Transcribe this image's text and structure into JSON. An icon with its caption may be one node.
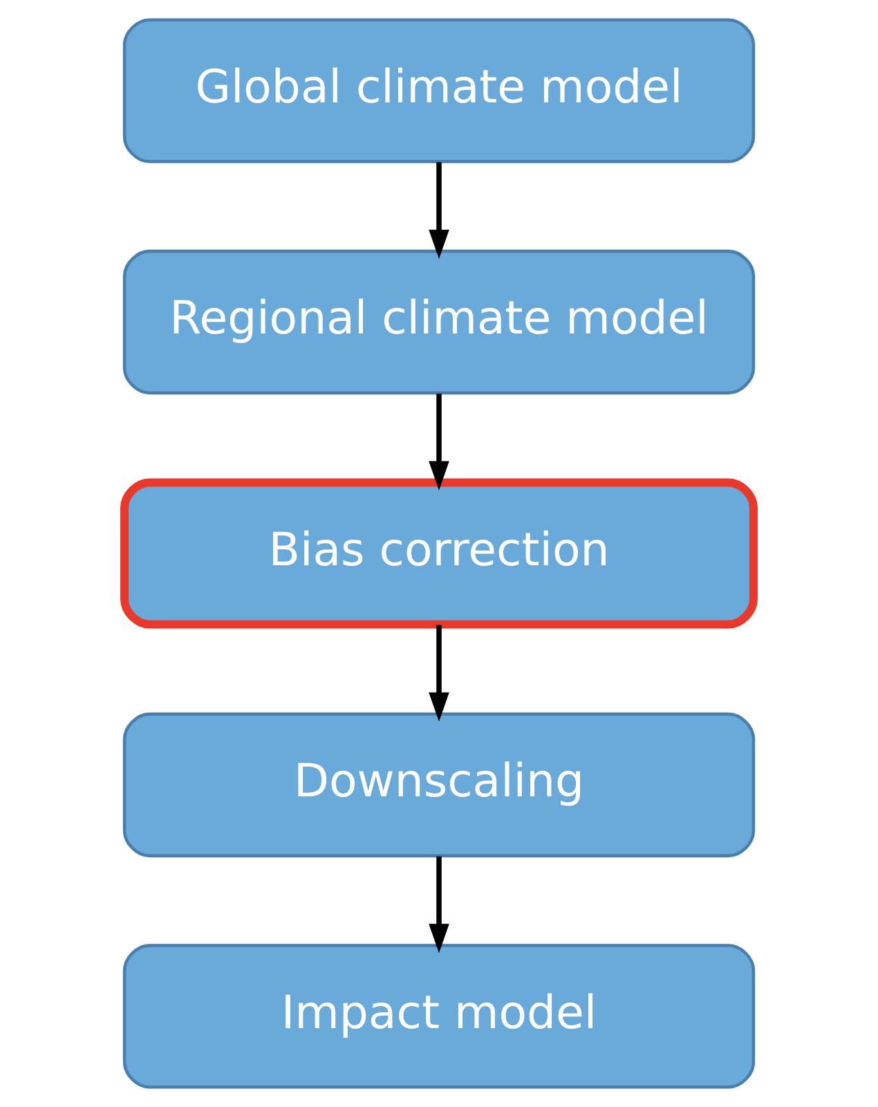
{
  "diagram": {
    "nodes": [
      {
        "text": [
          "Global climate model"
        ]
      },
      {
        "text": [
          "Regional climate model"
        ]
      },
      {
        "text": [
          "Bias correction"
        ]
      },
      {
        "text": [
          "Downscaling"
        ]
      },
      {
        "text": [
          "Impact model"
        ]
      }
    ],
    "edges": [
      {
        "from": 0,
        "to": 1,
        "arrow": "to"
      },
      {
        "from": 1,
        "to": 2,
        "arrow": "to"
      },
      {
        "from": 2,
        "to": 3,
        "arrow": "to"
      },
      {
        "from": 3,
        "to": 4,
        "arrow": "to"
      }
    ]
  }
}
